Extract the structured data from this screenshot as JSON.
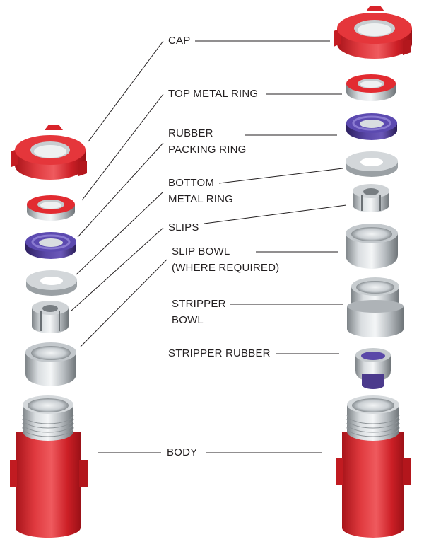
{
  "labels": {
    "cap": "CAP",
    "top_metal_ring": "TOP METAL RING",
    "rubber_packing_ring_1": "RUBBER",
    "rubber_packing_ring_2": "PACKING RING",
    "bottom_metal_ring_1": "BOTTOM",
    "bottom_metal_ring_2": "METAL RING",
    "slips": "SLIPS",
    "slip_bowl_1": "SLIP BOWL",
    "slip_bowl_2": "(WHERE  REQUIRED)",
    "stripper_bowl_1": "STRIPPER",
    "stripper_bowl_2": "BOWL",
    "stripper_rubber": "STRIPPER RUBBER",
    "body": "BODY"
  },
  "colors": {
    "red": "#d8232a",
    "steel": "#b9bec3",
    "purple": "#4b3a8c",
    "line": "#231f20"
  }
}
